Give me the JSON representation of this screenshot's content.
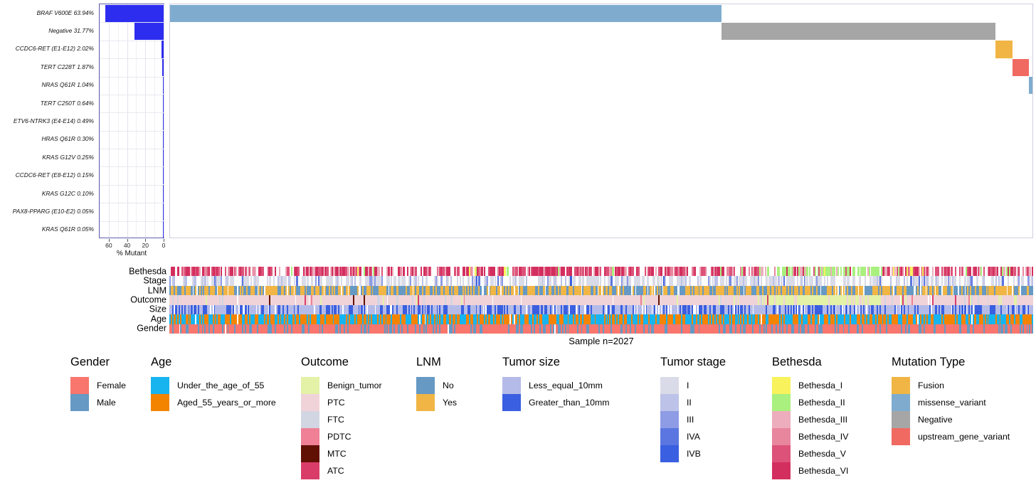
{
  "chart_data": {
    "type": "oncoprint",
    "title": "",
    "sample_caption": "Sample n=2027",
    "n_samples": 2027,
    "barplot": {
      "xlabel": "% Mutant",
      "xlim": [
        70,
        0
      ],
      "reversed": true,
      "ticks": [
        60,
        40,
        20,
        0
      ],
      "bar_color": "#2d2df0"
    },
    "genes": [
      {
        "label": "BRAF V600E 63.94%",
        "pct": 63.94,
        "mutation_type": "missense_variant"
      },
      {
        "label": "Negative 31.77%",
        "pct": 31.77,
        "mutation_type": "Negative"
      },
      {
        "label": "CCDC6-RET (E1-E12) 2.02%",
        "pct": 2.02,
        "mutation_type": "Fusion"
      },
      {
        "label": "TERT C228T 1.87%",
        "pct": 1.87,
        "mutation_type": "upstream_gene_variant"
      },
      {
        "label": "NRAS Q61R 1.04%",
        "pct": 1.04,
        "mutation_type": "missense_variant"
      },
      {
        "label": "TERT C250T 0.64%",
        "pct": 0.64,
        "mutation_type": "upstream_gene_variant"
      },
      {
        "label": "ETV6-NTRK3 (E4-E14) 0.49%",
        "pct": 0.49,
        "mutation_type": "Fusion"
      },
      {
        "label": "HRAS Q61R 0.30%",
        "pct": 0.3,
        "mutation_type": "missense_variant"
      },
      {
        "label": "KRAS G12V 0.25%",
        "pct": 0.25,
        "mutation_type": "missense_variant"
      },
      {
        "label": "CCDC6-RET (E8-E12) 0.15%",
        "pct": 0.15,
        "mutation_type": "Fusion"
      },
      {
        "label": "KRAS G12C 0.10%",
        "pct": 0.1,
        "mutation_type": "missense_variant"
      },
      {
        "label": "PAX8-PPARG (E10-E2) 0.05%",
        "pct": 0.05,
        "mutation_type": "Fusion"
      },
      {
        "label": "KRAS Q61R 0.05%",
        "pct": 0.05,
        "mutation_type": "missense_variant"
      }
    ],
    "track_names": [
      "Bethesda",
      "Stage",
      "LNM",
      "Outcome",
      "Size",
      "Age",
      "Gender"
    ]
  },
  "legends": [
    {
      "title": "Gender",
      "items": [
        {
          "label": "Female",
          "color": "#f8766d"
        },
        {
          "label": "Male",
          "color": "#6699c4"
        }
      ]
    },
    {
      "title": "Age",
      "items": [
        {
          "label": "Under_the_age_of_55",
          "color": "#17b4f0"
        },
        {
          "label": "Aged_55_years_or_more",
          "color": "#f38400"
        }
      ]
    },
    {
      "title": "Outcome",
      "items": [
        {
          "label": "Benign_tumor",
          "color": "#e3f2a6"
        },
        {
          "label": "PTC",
          "color": "#f0d3d8"
        },
        {
          "label": "FTC",
          "color": "#d2d5e2"
        },
        {
          "label": "PDTC",
          "color": "#ef8095"
        },
        {
          "label": "MTC",
          "color": "#611004"
        },
        {
          "label": "ATC",
          "color": "#da3c6a"
        }
      ]
    },
    {
      "title": "LNM",
      "items": [
        {
          "label": "No",
          "color": "#6699c4"
        },
        {
          "label": "Yes",
          "color": "#f0b545"
        }
      ]
    },
    {
      "title": "Tumor size",
      "items": [
        {
          "label": "Less_equal_10mm",
          "color": "#b5bbe8"
        },
        {
          "label": "Greater_than_10mm",
          "color": "#3a5fe0"
        }
      ]
    },
    {
      "title": "Tumor stage",
      "items": [
        {
          "label": "I",
          "color": "#dadbe8"
        },
        {
          "label": "II",
          "color": "#bcc2e8"
        },
        {
          "label": "III",
          "color": "#8e9ce5"
        },
        {
          "label": "IVA",
          "color": "#5b76e0"
        },
        {
          "label": "IVB",
          "color": "#3a5fe0"
        }
      ]
    },
    {
      "title": "Bethesda",
      "items": [
        {
          "label": "Bethesda_I",
          "color": "#f8f25c"
        },
        {
          "label": "Bethesda_II",
          "color": "#a9f07f"
        },
        {
          "label": "Bethesda_III",
          "color": "#edadbc"
        },
        {
          "label": "Bethesda_IV",
          "color": "#e8869e"
        },
        {
          "label": "Bethesda_V",
          "color": "#dd5279"
        },
        {
          "label": "Bethesda_VI",
          "color": "#d32f5e"
        }
      ]
    },
    {
      "title": "Mutation Type",
      "items": [
        {
          "label": "Fusion",
          "color": "#f0b545"
        },
        {
          "label": "missense_variant",
          "color": "#7facce"
        },
        {
          "label": "Negative",
          "color": "#a6a6a6"
        },
        {
          "label": "upstream_gene_variant",
          "color": "#f06a62"
        }
      ]
    }
  ],
  "palettes": {
    "Bethesda": [
      "#f8f25c",
      "#a9f07f",
      "#edadbc",
      "#e8869e",
      "#dd5279",
      "#d32f5e"
    ],
    "Stage": [
      "#dadbe8",
      "#bcc2e8",
      "#8e9ce5",
      "#5b76e0",
      "#3a5fe0"
    ],
    "LNM": [
      "#6699c4",
      "#f0b545"
    ],
    "Outcome": [
      "#e3f2a6",
      "#f0d3d8",
      "#d2d5e2",
      "#ef8095",
      "#611004",
      "#da3c6a"
    ],
    "Size": [
      "#b5bbe8",
      "#3a5fe0"
    ],
    "Age": [
      "#17b4f0",
      "#f38400"
    ],
    "Gender": [
      "#f8766d",
      "#6699c4"
    ],
    "mutation": {
      "Fusion": "#f0b545",
      "missense_variant": "#7facce",
      "Negative": "#a6a6a6",
      "upstream_gene_variant": "#f06a62"
    }
  }
}
